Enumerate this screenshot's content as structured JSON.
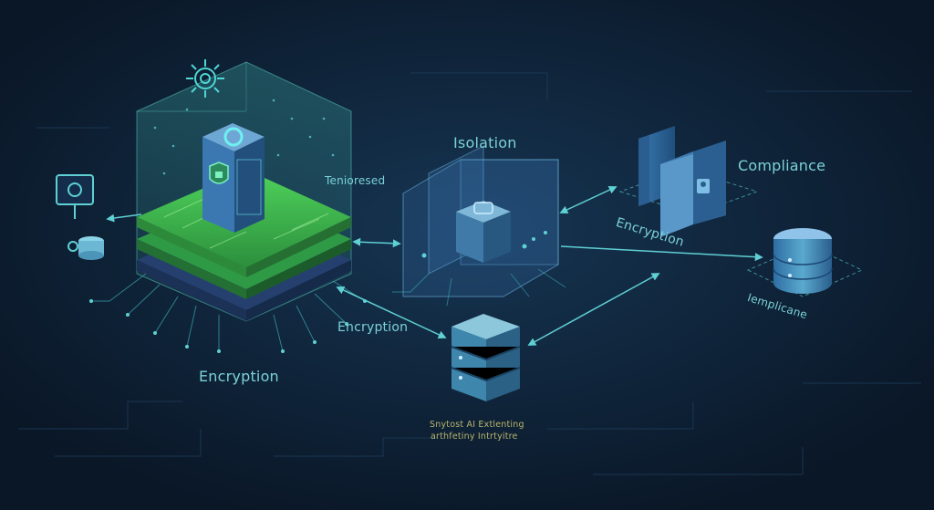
{
  "labels": {
    "teniores": "Tenioresed",
    "isolation": "Isolation",
    "compliance": "Compliance",
    "encryption_right": "Encryption",
    "encryption_mid": "Encryption",
    "encryption_main": "Encryption",
    "iemplicane": "Iemplicane",
    "caption_line1": "Snytost AI Extlenting",
    "caption_line2": "arthfetiny Intrtyitre"
  },
  "icons": [
    "gear-icon",
    "lock-icon",
    "shield-icon",
    "database-icon",
    "monitor-icon",
    "server-icon",
    "folder-lock-icon",
    "chip-icon"
  ],
  "colors": {
    "background": "#0b1a2c",
    "accent_teal": "#5fd0d4",
    "accent_green": "#43c25a",
    "accent_blue": "#3e7fb8",
    "label": "#7ad2d8"
  }
}
